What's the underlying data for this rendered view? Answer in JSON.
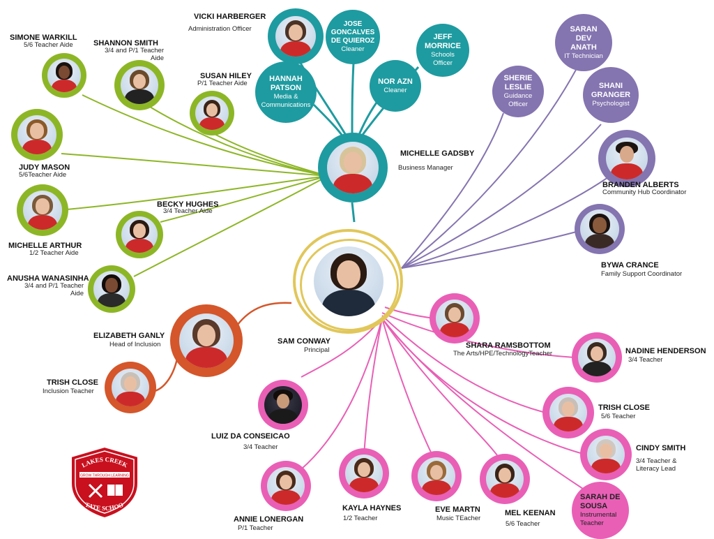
{
  "colors": {
    "green": "#8db626",
    "teal": "#1e9ba0",
    "purple": "#8474b0",
    "pink": "#e95fb6",
    "orange": "#d4562a",
    "gold": "#e1c75a",
    "shirt_red": "#cc2a2a",
    "logo_red": "#c8101e"
  },
  "principal": {
    "name": "SAM CONWAY",
    "role": "Principal"
  },
  "business_manager": {
    "name": "MICHELLE GADSBY",
    "role": "Business Manager"
  },
  "head_inclusion": {
    "name": "ELIZABETH GANLY",
    "role": "Head of Inclusion"
  },
  "inclusion_teacher": {
    "name": "TRISH CLOSE",
    "role": "Inclusion Teacher"
  },
  "admin_staff": [
    {
      "name": "VICKI HARBERGER",
      "role": "Administration Officer"
    }
  ],
  "teal_bubbles": [
    {
      "name": "JOSE GONCALVES DE QUIEROZ",
      "role": "Cleaner"
    },
    {
      "name": "JEFF MORRICE",
      "role": "Schools Officer"
    },
    {
      "name": "HANNAH PATSON",
      "role": "Media & Communications"
    },
    {
      "name": "NOR AZN",
      "role": "Cleaner"
    }
  ],
  "purple_bubbles": [
    {
      "name": "SARAN DEV ANATH",
      "role": "IT Technician"
    },
    {
      "name": "SHERIE LESLIE",
      "role": "Guidance Officer"
    },
    {
      "name": "SHANI GRANGER",
      "role": "Psychologist"
    }
  ],
  "support_staff": [
    {
      "name": "BRANDEN ALBERTS",
      "role": "Community Hub Coordinator"
    },
    {
      "name": "BYWA CRANCE",
      "role": "Family Support Coordinator"
    }
  ],
  "teacher_aides": [
    {
      "name": "SIMONE WARKILL",
      "role": "5/6 Teacher Aide"
    },
    {
      "name": "SHANNON SMITH",
      "role": "3/4 and P/1 Teacher Aide"
    },
    {
      "name": "SUSAN HILEY",
      "role": "P/1 Teacher Aide"
    },
    {
      "name": "JUDY MASON",
      "role": "5/6Teacher Aide"
    },
    {
      "name": "BECKY HUGHES",
      "role": "3/4 Teacher Aide"
    },
    {
      "name": "MICHELLE ARTHUR",
      "role": "1/2 Teacher Aide"
    },
    {
      "name": "ANUSHA WANASINHA",
      "role": "3/4 and P/1 Teacher Aide"
    }
  ],
  "teachers": [
    {
      "name": "SHARA RAMSBOTTOM",
      "role": "The Arts/HPE/TechnologyTeacher"
    },
    {
      "name": "NADINE HENDERSON",
      "role": "3/4 Teacher"
    },
    {
      "name": "TRISH CLOSE",
      "role": "5/6 Teacher"
    },
    {
      "name": "CINDY SMITH",
      "role": "3/4 Teacher & Literacy Lead"
    },
    {
      "name": "LUIZ DA CONSEICAO",
      "role": "3/4 Teacher"
    },
    {
      "name": "ANNIE LONERGAN",
      "role": "P/1 Teacher"
    },
    {
      "name": "KAYLA HAYNES",
      "role": "1/2 Teacher"
    },
    {
      "name": "EVE MARTN",
      "role": "Music TEacher"
    },
    {
      "name": "MEL KEENAN",
      "role": "5/6 Teacher"
    }
  ],
  "pink_bubble": {
    "name": "SARAH DE SOUSA",
    "role": "Instrumental Teacher"
  },
  "logo": {
    "name": "school-crest",
    "text_top": "LAKES CREEK",
    "text_motto": "GROW THROUGH LEARNING",
    "text_bottom": "STATE SCHOOL"
  }
}
